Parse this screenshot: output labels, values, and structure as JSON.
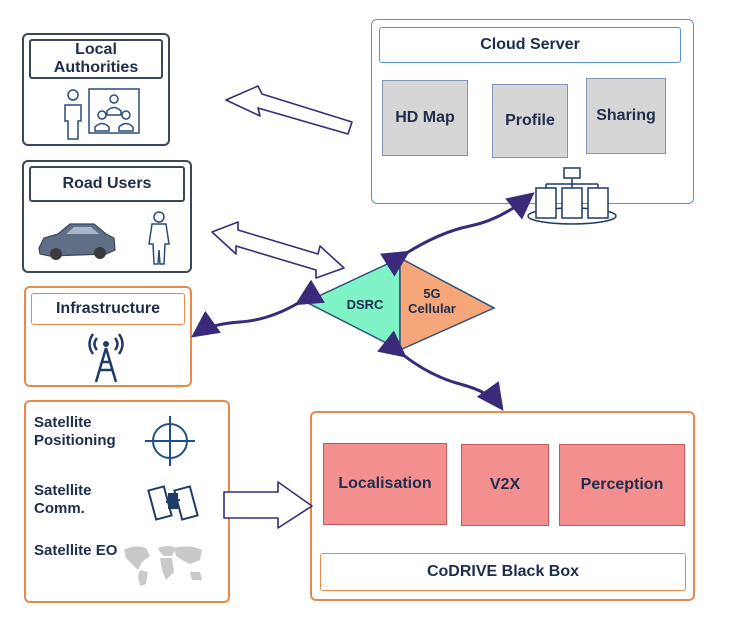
{
  "local_authorities": {
    "title": "Local Authorities"
  },
  "road_users": {
    "title": "Road Users"
  },
  "infrastructure": {
    "title": "Infrastructure"
  },
  "satellite": {
    "items": [
      {
        "label": "Satellite Positioning",
        "icon": "crosshair-icon"
      },
      {
        "label": "Satellite Comm.",
        "icon": "satellite-icon"
      },
      {
        "label": "Satellite EO",
        "icon": "world-map-icon"
      }
    ]
  },
  "cloud_server": {
    "title": "Cloud Server",
    "modules": [
      "HD Map",
      "Profile",
      "Sharing"
    ]
  },
  "hub": {
    "left": "DSRC",
    "right": "5G Cellular"
  },
  "black_box": {
    "title": "CoDRIVE Black Box",
    "modules": [
      "Localisation",
      "V2X",
      "Perception"
    ]
  },
  "colors": {
    "dark_border": "#3c4659",
    "orange_border": "#e8894a",
    "blue_border": "#5b8fd6",
    "dsrc_fill": "#7ff2c6",
    "cellular_fill": "#f5a77a",
    "grey_module": "#d6d6d6",
    "pink_module": "#f3908f",
    "arrow": "#3b2a7a"
  }
}
